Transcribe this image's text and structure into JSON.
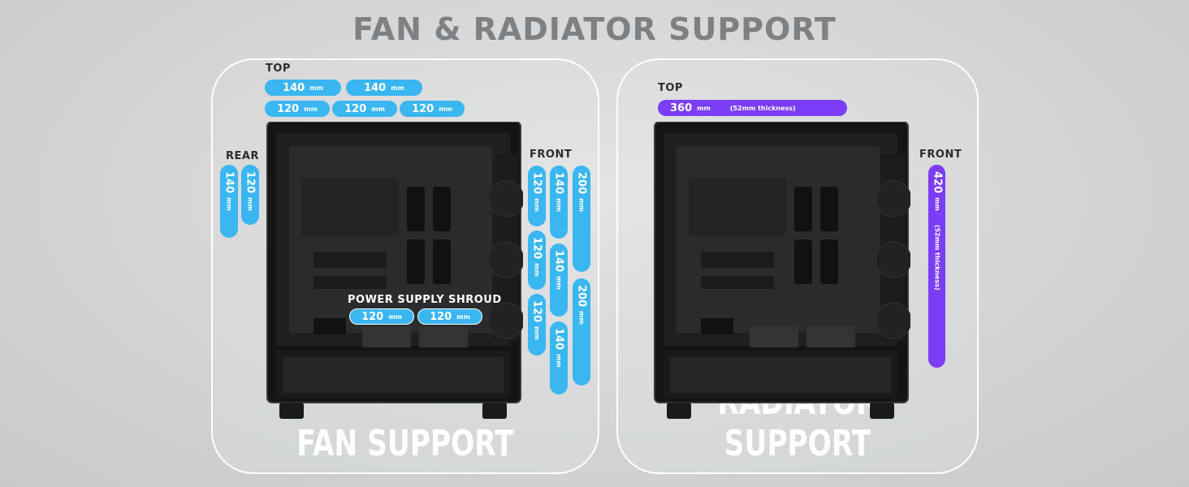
{
  "title": "FAN & RADIATOR SUPPORT",
  "fan_panel": {
    "label": "FAN SUPPORT",
    "top_label": "TOP",
    "rear_label": "REAR",
    "front_label": "FRONT",
    "shroud_label": "POWER SUPPLY SHROUD",
    "unit": "mm",
    "top_row1": [
      "140",
      "140"
    ],
    "top_row2": [
      "120",
      "120",
      "120"
    ],
    "rear": [
      "140",
      "120"
    ],
    "front_col1": [
      "120",
      "120",
      "120"
    ],
    "front_col2": [
      "140",
      "140",
      "140"
    ],
    "front_col3": [
      "200",
      "200"
    ],
    "shroud": [
      "120",
      "120"
    ]
  },
  "radiator_panel": {
    "label": "RADIATOR SUPPORT",
    "top_label": "TOP",
    "front_label": "FRONT",
    "unit": "mm",
    "top_value": "360",
    "top_note": "(52mm thickness)",
    "front_value": "420",
    "front_note": "(52mm thickness)"
  },
  "colors": {
    "fan_pill": "#3ab6f0",
    "radiator_pill": "#7b3df5",
    "title": "#7d8184"
  }
}
